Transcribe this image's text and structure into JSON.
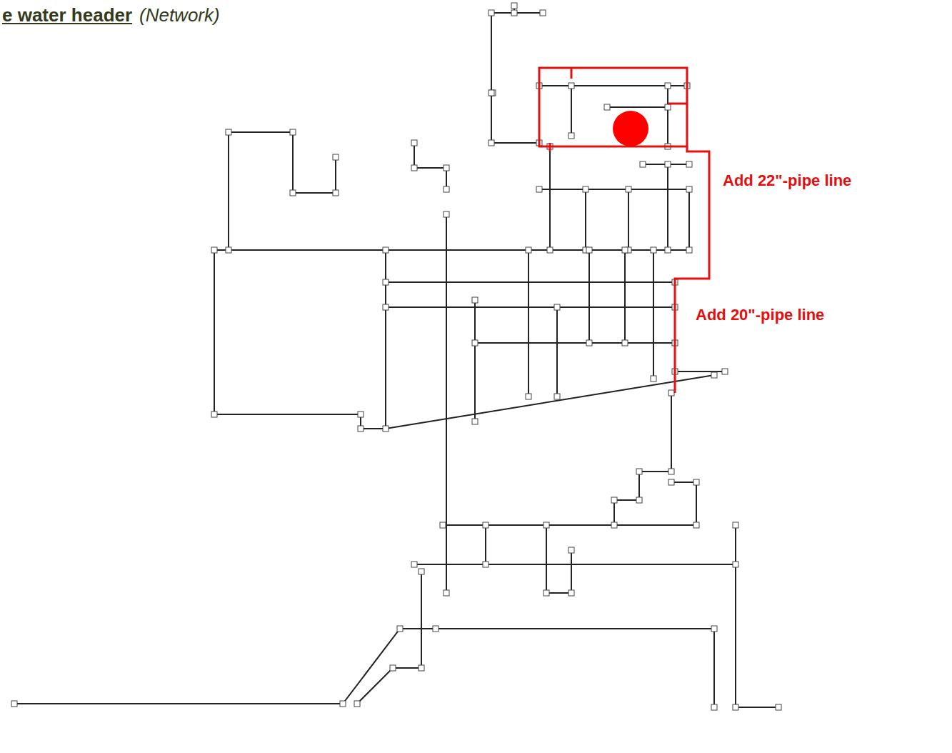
{
  "diagram": {
    "title": "e water header",
    "labels": [
      "(Network)",
      "Add 22\"-pipe line",
      "Add 20\"-pipe line"
    ]
  }
}
